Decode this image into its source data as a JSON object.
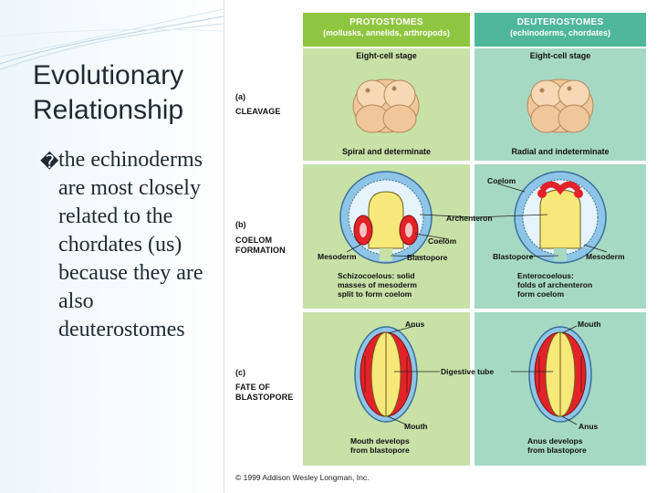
{
  "slide": {
    "title_line1": "Evolutionary",
    "title_line2": "Relationship",
    "bullet_glyph": "�",
    "bullet_text": "the echinoderms are most closely related to the chordates (us) because they are also deuterostomes"
  },
  "diagram": {
    "protostomes_header": "PROTOSTOMES",
    "protostomes_sub": "(mollusks, annelids, arthropods)",
    "deuterostomes_header": "DEUTEROSTOMES",
    "deuterostomes_sub": "(echinoderms, chordates)",
    "row_a_letter": "(a)",
    "row_a_name": "CLEAVAGE",
    "row_b_letter": "(b)",
    "row_b_name_1": "COELOM",
    "row_b_name_2": "FORMATION",
    "row_c_letter": "(c)",
    "row_c_name_1": "FATE OF",
    "row_c_name_2": "BLASTOPORE",
    "eight_cell_left": "Eight-cell stage",
    "eight_cell_right": "Eight-cell stage",
    "spiral": "Spiral and determinate",
    "radial": "Radial and indeterminate",
    "coelom_top": "Coelom",
    "archenteron": "Archenteron",
    "coelom_left": "Coelom",
    "mesoderm_left": "Mesoderm",
    "blastopore_left": "Blastopore",
    "blastopore_right": "Blastopore",
    "mesoderm_right": "Mesoderm",
    "schizo_1": "Schizocoelous: solid",
    "schizo_2": "masses of mesoderm",
    "schizo_3": "split to form coelom",
    "entero_1": "Enterocoelous:",
    "entero_2": "folds of archenteron",
    "entero_3": "form coelom",
    "anus_top": "Anus",
    "mouth_top": "Mouth",
    "digestive_tube": "Digestive tube",
    "mouth_bottom": "Mouth",
    "anus_bottom": "Anus",
    "mouth_dev_1": "Mouth develops",
    "mouth_dev_2": "from blastopore",
    "anus_dev_1": "Anus develops",
    "anus_dev_2": "from blastopore",
    "copyright": "© 1999 Addison Wesley Longman, Inc."
  },
  "colors": {
    "proto_header": "#8fc63f",
    "deutero_header": "#4fb79a",
    "proto_panel": "#c7e1a6",
    "deutero_panel": "#a5d9c3",
    "mesoderm_red": "#e2232a",
    "gut_yellow": "#f6e879",
    "ectoderm_blue": "#8ec5e6"
  }
}
